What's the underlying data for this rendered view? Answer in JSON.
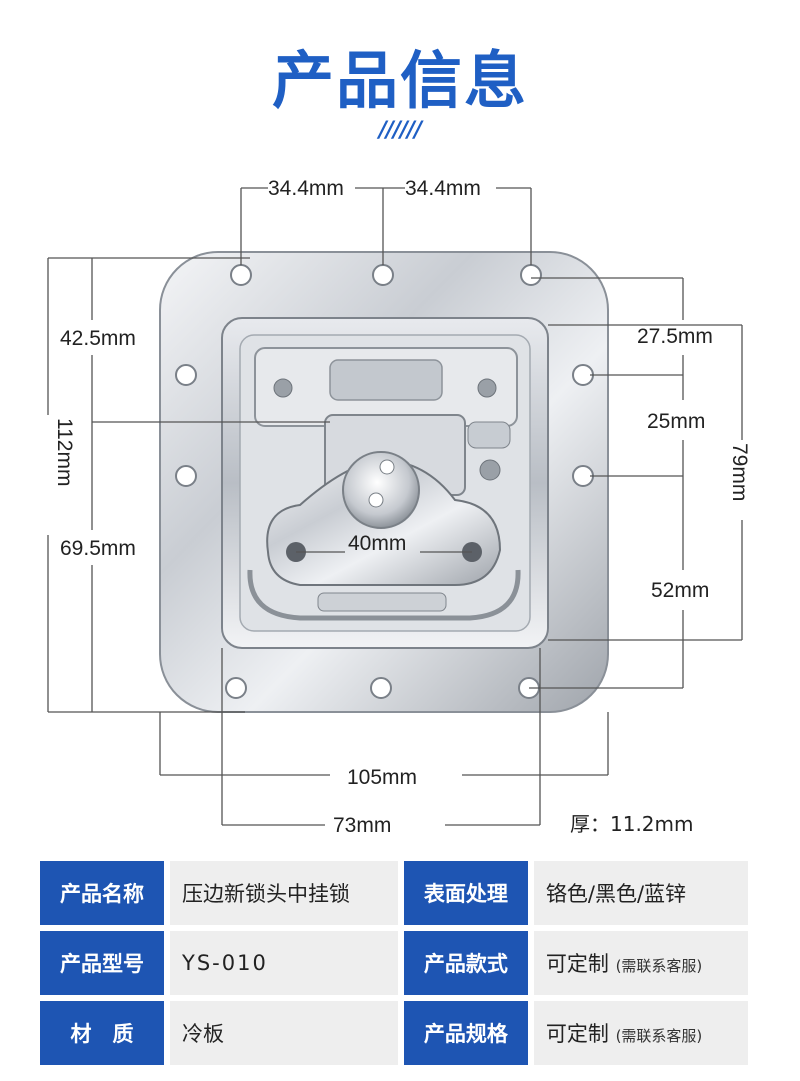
{
  "header": {
    "title": "产品信息",
    "slashes": "//////"
  },
  "dimensions": {
    "top_left": "34.4mm",
    "top_right": "34.4mm",
    "left_upper": "42.5mm",
    "left_total": "112mm",
    "left_lower": "69.5mm",
    "right_upper": "27.5mm",
    "right_middle": "25mm",
    "right_total": "79mm",
    "right_lower": "52mm",
    "inner_span": "40mm",
    "bottom_outer": "105mm",
    "bottom_inner": "73mm",
    "thickness": "厚：11.2mm"
  },
  "spec": {
    "rows": [
      {
        "label1": "产品名称",
        "value1": "压边新锁头中挂锁",
        "label2": "表面处理",
        "value2": "铬色/黑色/蓝锌",
        "note2": ""
      },
      {
        "label1": "产品型号",
        "value1": "YS-010",
        "label2": "产品款式",
        "value2": "可定制",
        "note2": "(需联系客服)"
      },
      {
        "label1": "材　质",
        "value1": "冷板",
        "label2": "产品规格",
        "value2": "可定制",
        "note2": "(需联系客服)"
      }
    ]
  },
  "colors": {
    "brand_blue": "#1f5fc4",
    "label_bg": "#1e55b3",
    "value_bg": "#eeeeee"
  }
}
